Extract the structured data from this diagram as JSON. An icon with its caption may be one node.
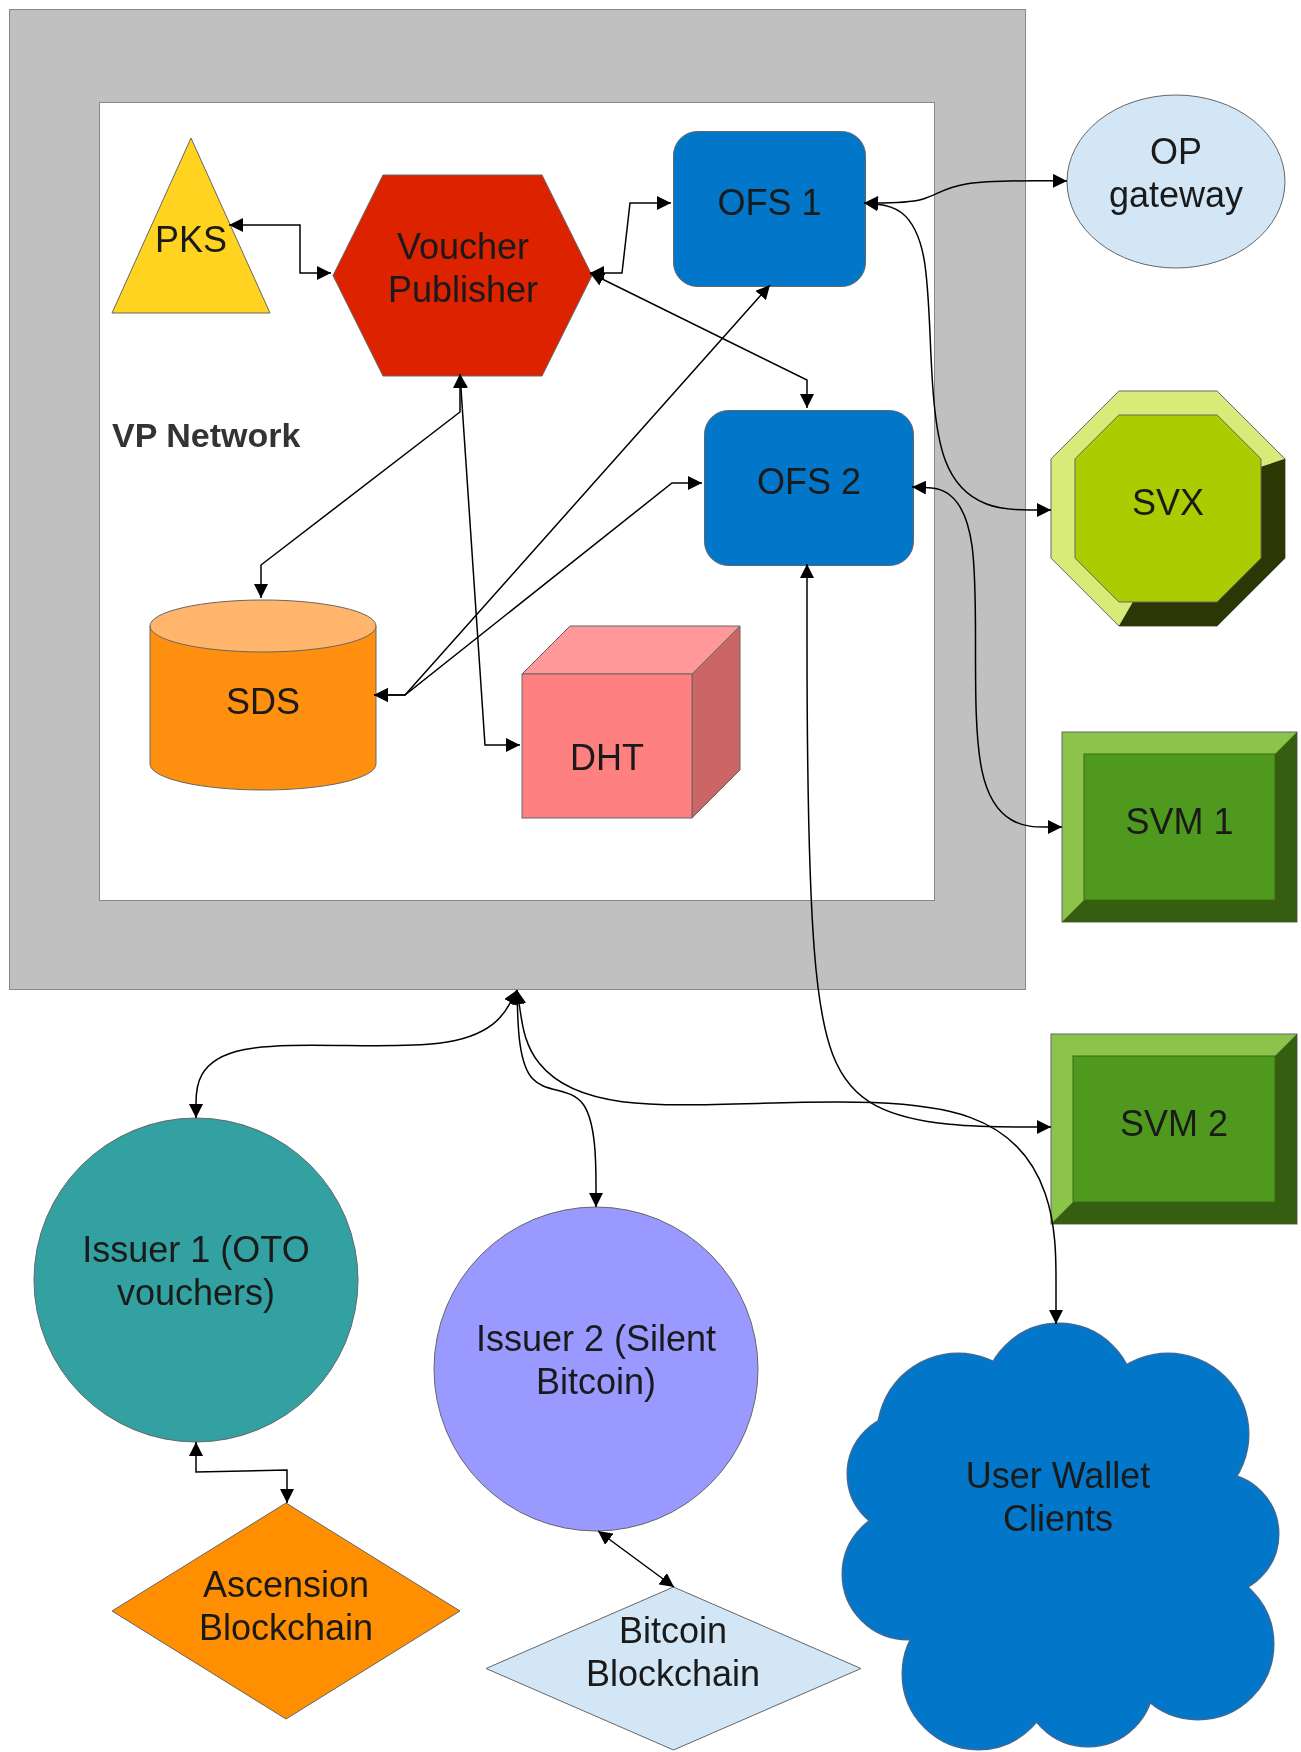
{
  "diagram": {
    "nodes": [
      {
        "text": [],
        "shape": "box"
      },
      {
        "text": [
          "VP Network"
        ],
        "in": 0
      },
      {
        "text": [
          "PKS"
        ],
        "in": 1
      },
      {
        "text": [
          "Voucher Publisher"
        ],
        "in": 1
      },
      {
        "text": [
          "OFS 1"
        ],
        "in": 1
      },
      {
        "text": [
          "OFS 2"
        ],
        "in": 1
      },
      {
        "text": [
          "SDS"
        ],
        "in": 1
      },
      {
        "text": [
          "DHT"
        ],
        "in": 1
      },
      {
        "text": [
          "OP gateway"
        ]
      },
      {
        "text": [
          "SVX"
        ]
      },
      {
        "text": [
          "SVM 1"
        ]
      },
      {
        "text": [
          "SVM 2"
        ]
      },
      {
        "text": [
          "Issuer 1 (OTO vouchers)"
        ]
      },
      {
        "text": [
          "Issuer 2 (Silent Bitcoin)"
        ]
      },
      {
        "text": [
          "User Wallet Clients"
        ]
      },
      {
        "text": [
          "Ascension Blockchain"
        ]
      },
      {
        "text": [
          "Bitcoin Blockchain"
        ]
      }
    ],
    "edges": [
      {
        "from": 2,
        "to": 3,
        "arrow": "both"
      },
      {
        "from": 3,
        "to": 4,
        "arrow": "both"
      },
      {
        "from": 3,
        "to": 5,
        "arrow": "both"
      },
      {
        "from": 3,
        "to": 6,
        "arrow": "both"
      },
      {
        "from": 3,
        "to": 7,
        "arrow": "both"
      },
      {
        "from": 6,
        "to": 4,
        "arrow": "both"
      },
      {
        "from": 6,
        "to": 5,
        "arrow": "both"
      },
      {
        "from": 4,
        "to": 8,
        "arrow": "both"
      },
      {
        "from": 4,
        "to": 9,
        "arrow": "both"
      },
      {
        "from": 5,
        "to": 10,
        "arrow": "both"
      },
      {
        "from": 5,
        "to": 11,
        "arrow": "both"
      },
      {
        "from": 0,
        "to": 12,
        "arrow": "both"
      },
      {
        "from": 0,
        "to": 13,
        "arrow": "both"
      },
      {
        "from": 0,
        "to": 14,
        "arrow": "both"
      },
      {
        "from": 12,
        "to": 15,
        "arrow": "both"
      },
      {
        "from": 13,
        "to": 16,
        "arrow": "both"
      }
    ]
  }
}
